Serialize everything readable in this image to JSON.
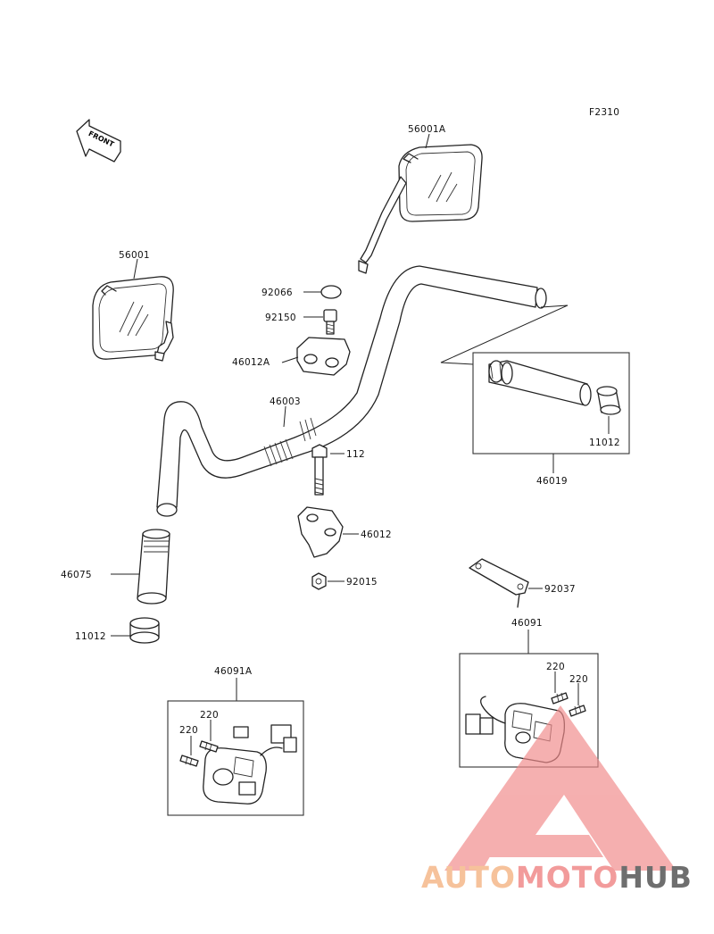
{
  "diagram_code": "F2310",
  "front_arrow_label": "FRONT",
  "labels": {
    "mirror_right": "56001A",
    "mirror_left": "56001",
    "cap": "92066",
    "bolt_92150": "92150",
    "holder_upper": "46012A",
    "handlebar": "46003",
    "bolt_112": "112",
    "holder_lower": "46012",
    "nut": "92015",
    "grip_left": "46075",
    "weight_left": "11012",
    "throttle_grip": "46019",
    "weight_right": "11012",
    "clamp": "92037",
    "switch_right": "46091",
    "screw_r1": "220",
    "screw_r2": "220",
    "switch_left": "46091A",
    "screw_l1": "220",
    "screw_l2": "220"
  },
  "watermark": {
    "brand": "AUTOMOTOHUB",
    "part1": "AUTO",
    "part2": "MOTO",
    "part3": "HUB",
    "color_main": "#f08a8a",
    "color_accent": "#f5b88a",
    "color_dark": "#555555"
  }
}
